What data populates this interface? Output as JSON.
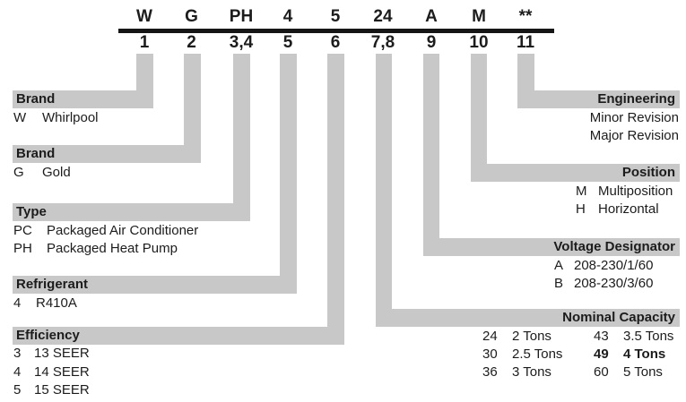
{
  "model_positions": [
    {
      "char": "W",
      "digit": "1"
    },
    {
      "char": "G",
      "digit": "2"
    },
    {
      "char": "PH",
      "digit": "3,4"
    },
    {
      "char": "4",
      "digit": "5"
    },
    {
      "char": "5",
      "digit": "6"
    },
    {
      "char": "24",
      "digit": "7,8"
    },
    {
      "char": "A",
      "digit": "9"
    },
    {
      "char": "M",
      "digit": "10"
    },
    {
      "char": "**",
      "digit": "11"
    }
  ],
  "left_sections": [
    {
      "title": "Brand",
      "entries": [
        {
          "code": "W",
          "desc": "Whirlpool"
        }
      ]
    },
    {
      "title": "Brand",
      "entries": [
        {
          "code": "G",
          "desc": "Gold"
        }
      ]
    },
    {
      "title": "Type",
      "entries": [
        {
          "code": "PC",
          "desc": "Packaged Air Conditioner"
        },
        {
          "code": "PH",
          "desc": "Packaged Heat Pump"
        }
      ]
    },
    {
      "title": "Refrigerant",
      "entries": [
        {
          "code": "4",
          "desc": "R410A"
        }
      ]
    },
    {
      "title": "Efficiency",
      "entries": [
        {
          "code": "3",
          "desc": "13 SEER"
        },
        {
          "code": "4",
          "desc": "14 SEER"
        },
        {
          "code": "5",
          "desc": "15 SEER"
        }
      ]
    }
  ],
  "right_sections": [
    {
      "title": "Engineering",
      "entries": [
        {
          "desc": "Minor Revision"
        },
        {
          "desc": "Major Revision"
        }
      ]
    },
    {
      "title": "Position",
      "entries": [
        {
          "code": "M",
          "desc": "Multiposition"
        },
        {
          "code": "H",
          "desc": "Horizontal"
        }
      ]
    },
    {
      "title": "Voltage Designator",
      "entries": [
        {
          "code": "A",
          "desc": "208-230/1/60"
        },
        {
          "code": "B",
          "desc": "208-230/3/60"
        }
      ]
    },
    {
      "title": "Nominal Capacity",
      "col1": [
        {
          "code": "24",
          "desc": "2 Tons"
        },
        {
          "code": "30",
          "desc": "2.5 Tons"
        },
        {
          "code": "36",
          "desc": "3 Tons"
        }
      ],
      "col2": [
        {
          "code": "43",
          "desc": "3.5 Tons"
        },
        {
          "code": "49",
          "desc": "4 Tons"
        },
        {
          "code": "60",
          "desc": "5 Tons"
        }
      ]
    }
  ],
  "colors": {
    "bar_gray": "#c8c8c8",
    "text": "#1c1c1c",
    "rule": "#161616"
  }
}
